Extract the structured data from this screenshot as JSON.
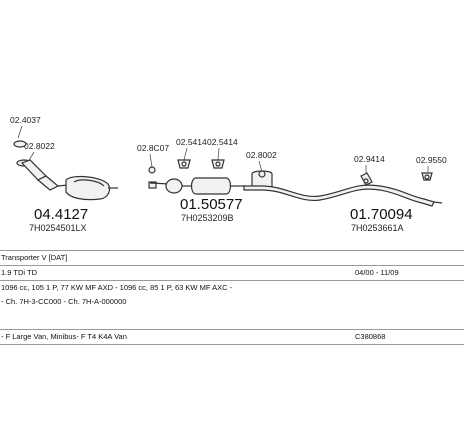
{
  "parts": {
    "clip_a": "02.4037",
    "clip_b": "02.8022",
    "main_a_number": "04.4127",
    "main_a_ref": "7H0254501LX",
    "hanger_a": "02.8C07",
    "hanger_b": "02.5414",
    "hanger_c": "02.5414",
    "main_b_number": "01.50577",
    "main_b_ref": "7H0253209B",
    "clamp": "02.8002",
    "hanger_d": "02.9414",
    "clip_c": "02.9550",
    "main_c_number": "01.70094",
    "main_c_ref": "7H0253661A"
  },
  "vehicle_info": {
    "model": "Transporter V [DAT]",
    "engine": "1.9 TDi TD",
    "years": "04/00 - 11/09",
    "capacity": "1096 cc, 105 1 P, 77 KW MF AXD - 1096 cc, 85 1 P, 63 KW MF AXC -",
    "chassis": "- Ch. 7H-3-CC000 - Ch. 7H-A-000000",
    "body": "- F Large Van, Minibus- F T4 K4A Van",
    "reference": "C380868"
  }
}
